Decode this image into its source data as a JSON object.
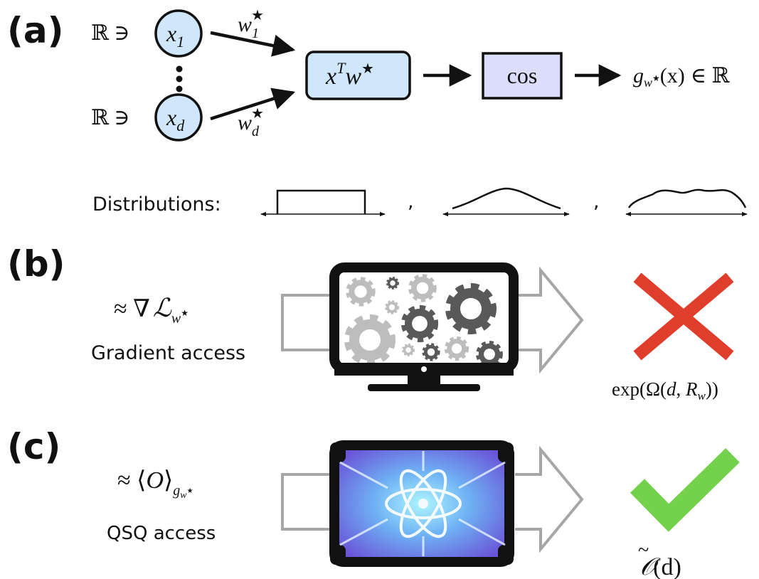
{
  "panel_a": {
    "label": "(a)",
    "input_prefix": "ℝ ∋",
    "input_top": {
      "var": "x",
      "sub": "1"
    },
    "input_bottom": {
      "var": "x",
      "sub": "d"
    },
    "weight_top": {
      "var": "w",
      "sub": "1",
      "sup": "★"
    },
    "weight_bottom": {
      "var": "w",
      "sub": "d",
      "sup": "★"
    },
    "inner_product": {
      "x": "x",
      "T": "T",
      "w": "w",
      "star": "★"
    },
    "activation": "cos",
    "output": {
      "g": "g",
      "w": "w",
      "star": "★",
      "arg": "(x)",
      "in": "∈ ℝ"
    },
    "distributions_label": "Distributions:",
    "separator": ","
  },
  "panel_b": {
    "label": "(b)",
    "approx": "≈ ∇",
    "loss_symbol": "ℒ",
    "loss_sub": "w",
    "loss_star": "★",
    "access": "Gradient access",
    "cost": {
      "pre": "exp(Ω(",
      "d": "d",
      "comma": ", ",
      "R": "R",
      "sub": "w",
      "post": "))"
    },
    "result_icon": "cross-icon",
    "result_color": "#e03e2d"
  },
  "panel_c": {
    "label": "(c)",
    "approx": "≈ ⟨",
    "O": "O",
    "close": "⟩",
    "sub_g": "g",
    "sub_w": "w",
    "sub_star": "★",
    "access": "QSQ access",
    "cost": {
      "O": "𝒪",
      "tilde": "~",
      "arg": "(d)"
    },
    "result_icon": "check-icon",
    "result_color": "#73d14b"
  },
  "colors": {
    "node_fill": "#cfe6fb",
    "inner_box_fill": "#cfe6fb",
    "cos_box_fill": "#dcdcfb",
    "monitor_frame": "#111111",
    "arrow_outline": "#a6a6a6",
    "gear_dark": "#595959",
    "gear_light": "#bdbdbd"
  }
}
